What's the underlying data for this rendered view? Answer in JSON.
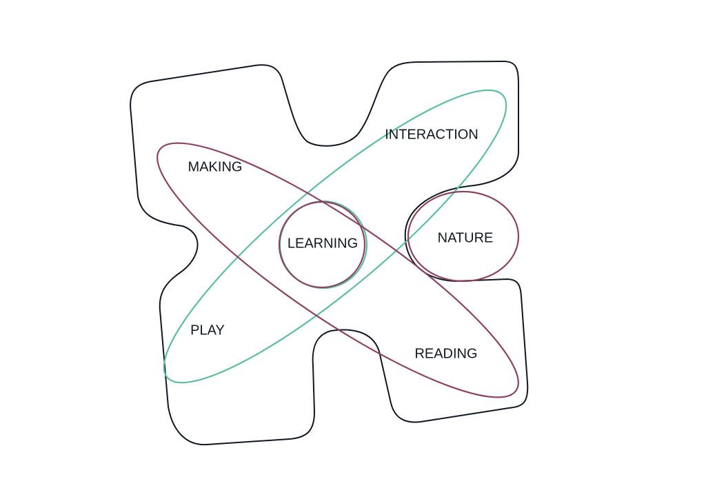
{
  "colors": {
    "outline": "#0f1722",
    "green": "#5dbd9c",
    "maroon": "#8a4360",
    "text": "#111820"
  },
  "labels": {
    "interaction": "INTERACTION",
    "making": "MAKING",
    "learning": "LEARNING",
    "nature": "NATURE",
    "play": "PLAY",
    "reading": "READING"
  }
}
